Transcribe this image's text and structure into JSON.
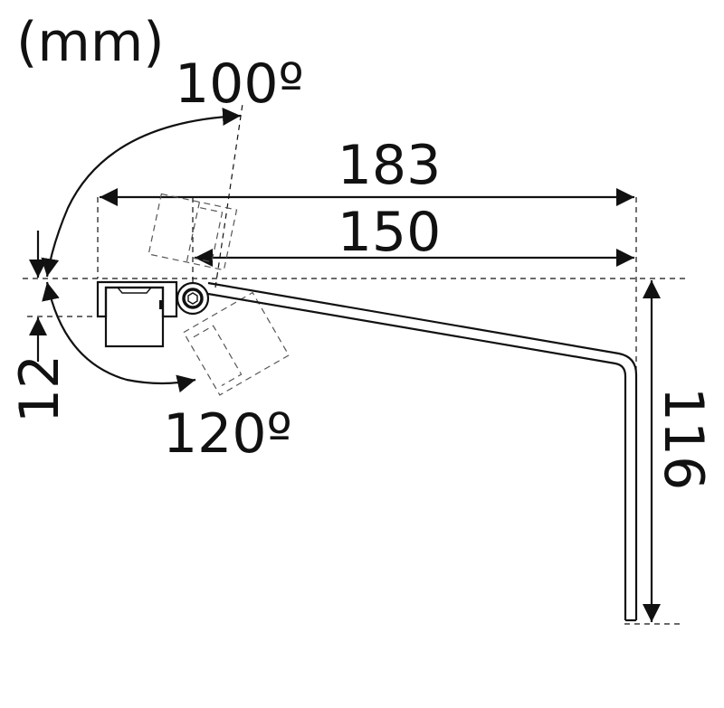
{
  "unit_label": "(mm)",
  "dimensions": {
    "angle_up": "100º",
    "overall_width": "183",
    "arm_width": "150",
    "offset": "12",
    "angle_down": "120º",
    "drop_height": "116"
  }
}
